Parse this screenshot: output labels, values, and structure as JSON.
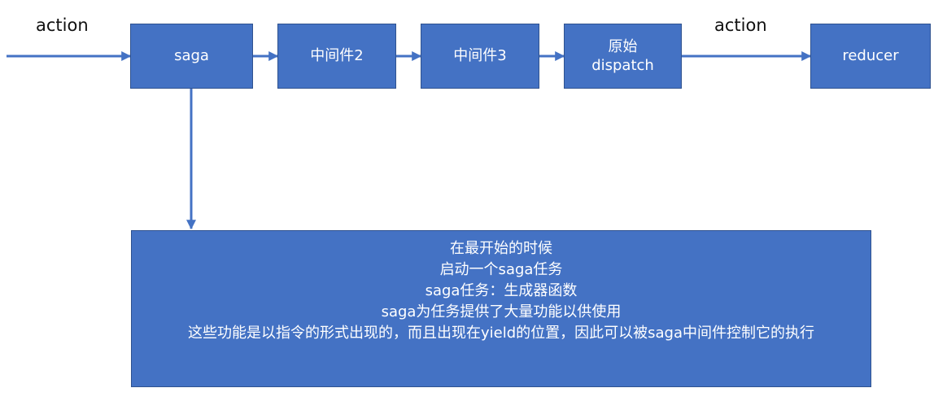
{
  "colors": {
    "box_fill": "#4472c4",
    "box_border": "#2f528f",
    "arrow": "#4472c4",
    "box_text": "#ffffff",
    "label_text": "#111111"
  },
  "labels": {
    "action_in": "action",
    "action_out": "action"
  },
  "nodes": {
    "saga": "saga",
    "middleware2": "中间件2",
    "middleware3": "中间件3",
    "dispatch_line1": "原始",
    "dispatch_line2": "dispatch",
    "reducer": "reducer"
  },
  "note": {
    "lines": [
      "在最开始的时候",
      "启动一个saga任务",
      "saga任务：生成器函数",
      "saga为任务提供了大量功能以供使用",
      "这些功能是以指令的形式出现的，而且出现在yield的位置，因此可以被saga中间件控制它的执行"
    ]
  }
}
